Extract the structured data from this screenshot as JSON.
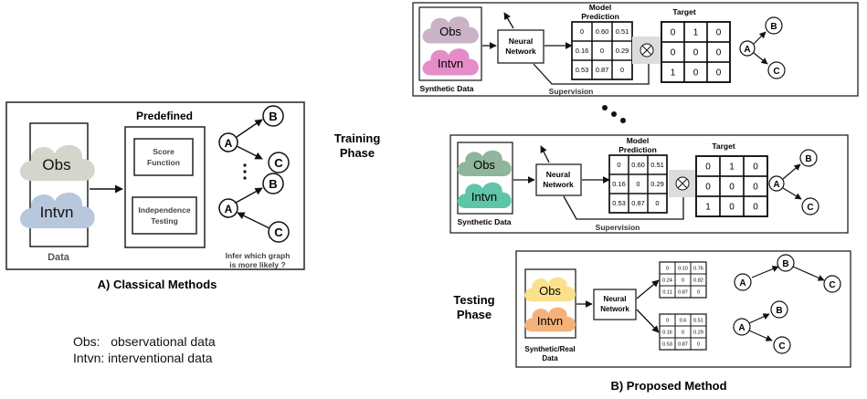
{
  "classical": {
    "predefined": "Predefined",
    "score_function": [
      "Score",
      "Function"
    ],
    "independence_testing": [
      "Independence",
      "Testing"
    ],
    "data_label": "Data",
    "infer_text": [
      "Infer which graph",
      "is more likely ?"
    ],
    "caption": "A) Classical Methods"
  },
  "legend": {
    "obs_line": "Obs:   observational data",
    "intvn_line": "Intvn: interventional data"
  },
  "labels": {
    "obs": "Obs",
    "intvn": "Intvn",
    "neural_network": [
      "Neural",
      "Network"
    ],
    "model_prediction": [
      "Model",
      "Prediction"
    ],
    "target": "Target",
    "supervision": "Supervision",
    "synthetic_data": "Synthetic Data",
    "synthetic_real_data": [
      "Synthetic/Real",
      "Data"
    ]
  },
  "nodes": {
    "a": "A",
    "b": "B",
    "c": "C"
  },
  "phases": {
    "training": [
      "Training",
      "Phase"
    ],
    "testing": [
      "Testing",
      "Phase"
    ]
  },
  "caption_b": "B) Proposed Method",
  "matrices": {
    "prediction": [
      [
        "0",
        "0.60",
        "0.51"
      ],
      [
        "0.16",
        "0",
        "0.29"
      ],
      [
        "0.53",
        "0.87",
        "0"
      ]
    ],
    "target": [
      [
        "0",
        "1",
        "0"
      ],
      [
        "0",
        "0",
        "0"
      ],
      [
        "1",
        "0",
        "0"
      ]
    ],
    "test_top": [
      [
        "0",
        "0.10",
        "0.76"
      ],
      [
        "0.24",
        "0",
        "0.82"
      ],
      [
        "0.11",
        "0.87",
        "0"
      ]
    ],
    "test_bottom": [
      [
        "0",
        "0.6",
        "0.51"
      ],
      [
        "0.16",
        "0",
        "0.29"
      ],
      [
        "0.53",
        "0.87",
        "0"
      ]
    ]
  },
  "colors": {
    "cloud_obs_classical": "#d4d6cc",
    "cloud_intvn_classical": "#b8c8dc",
    "cloud_obs_training1": "#cab3c7",
    "cloud_intvn_training1": "#e58dc8",
    "cloud_obs_training2": "#8fb59c",
    "cloud_intvn_training2": "#5fc4a8",
    "cloud_obs_testing": "#fbe18e",
    "cloud_intvn_testing": "#f4b27a"
  }
}
